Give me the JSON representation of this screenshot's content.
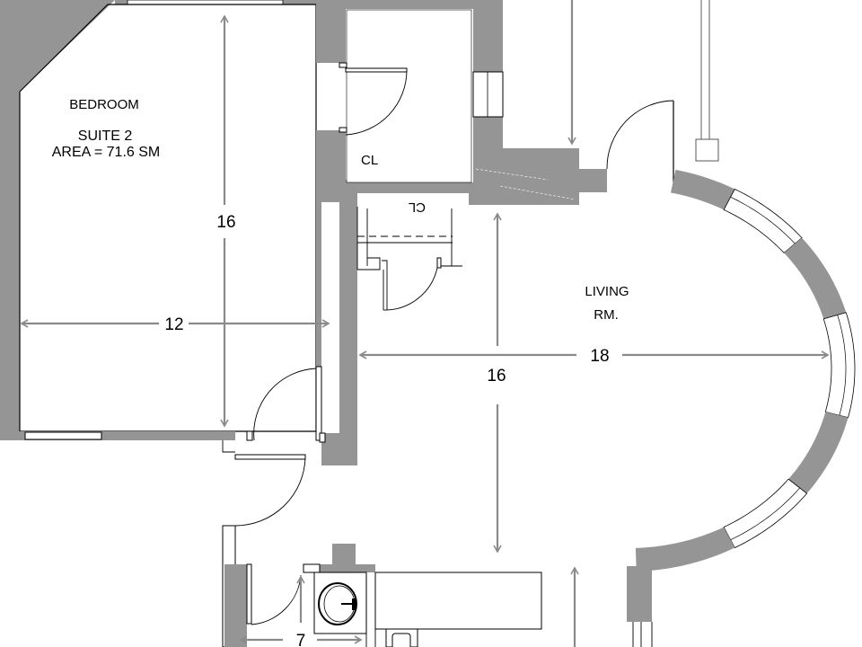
{
  "plan": {
    "bedroom": {
      "name": "BEDROOM",
      "suite": "SUITE 2",
      "area": "AREA = 71.6 SM",
      "dim_vertical": "16",
      "dim_horizontal": "12"
    },
    "closet_upper": {
      "label": "CL"
    },
    "closet_lower": {
      "label": "CL"
    },
    "living_room": {
      "name_line1": "LIVING",
      "name_line2": "RM.",
      "dim_horizontal": "18",
      "dim_vertical": "16"
    },
    "bathroom": {
      "dim_horizontal": "7"
    },
    "colors": {
      "wall": "#959595",
      "dimension": "#8a8a8a"
    }
  }
}
